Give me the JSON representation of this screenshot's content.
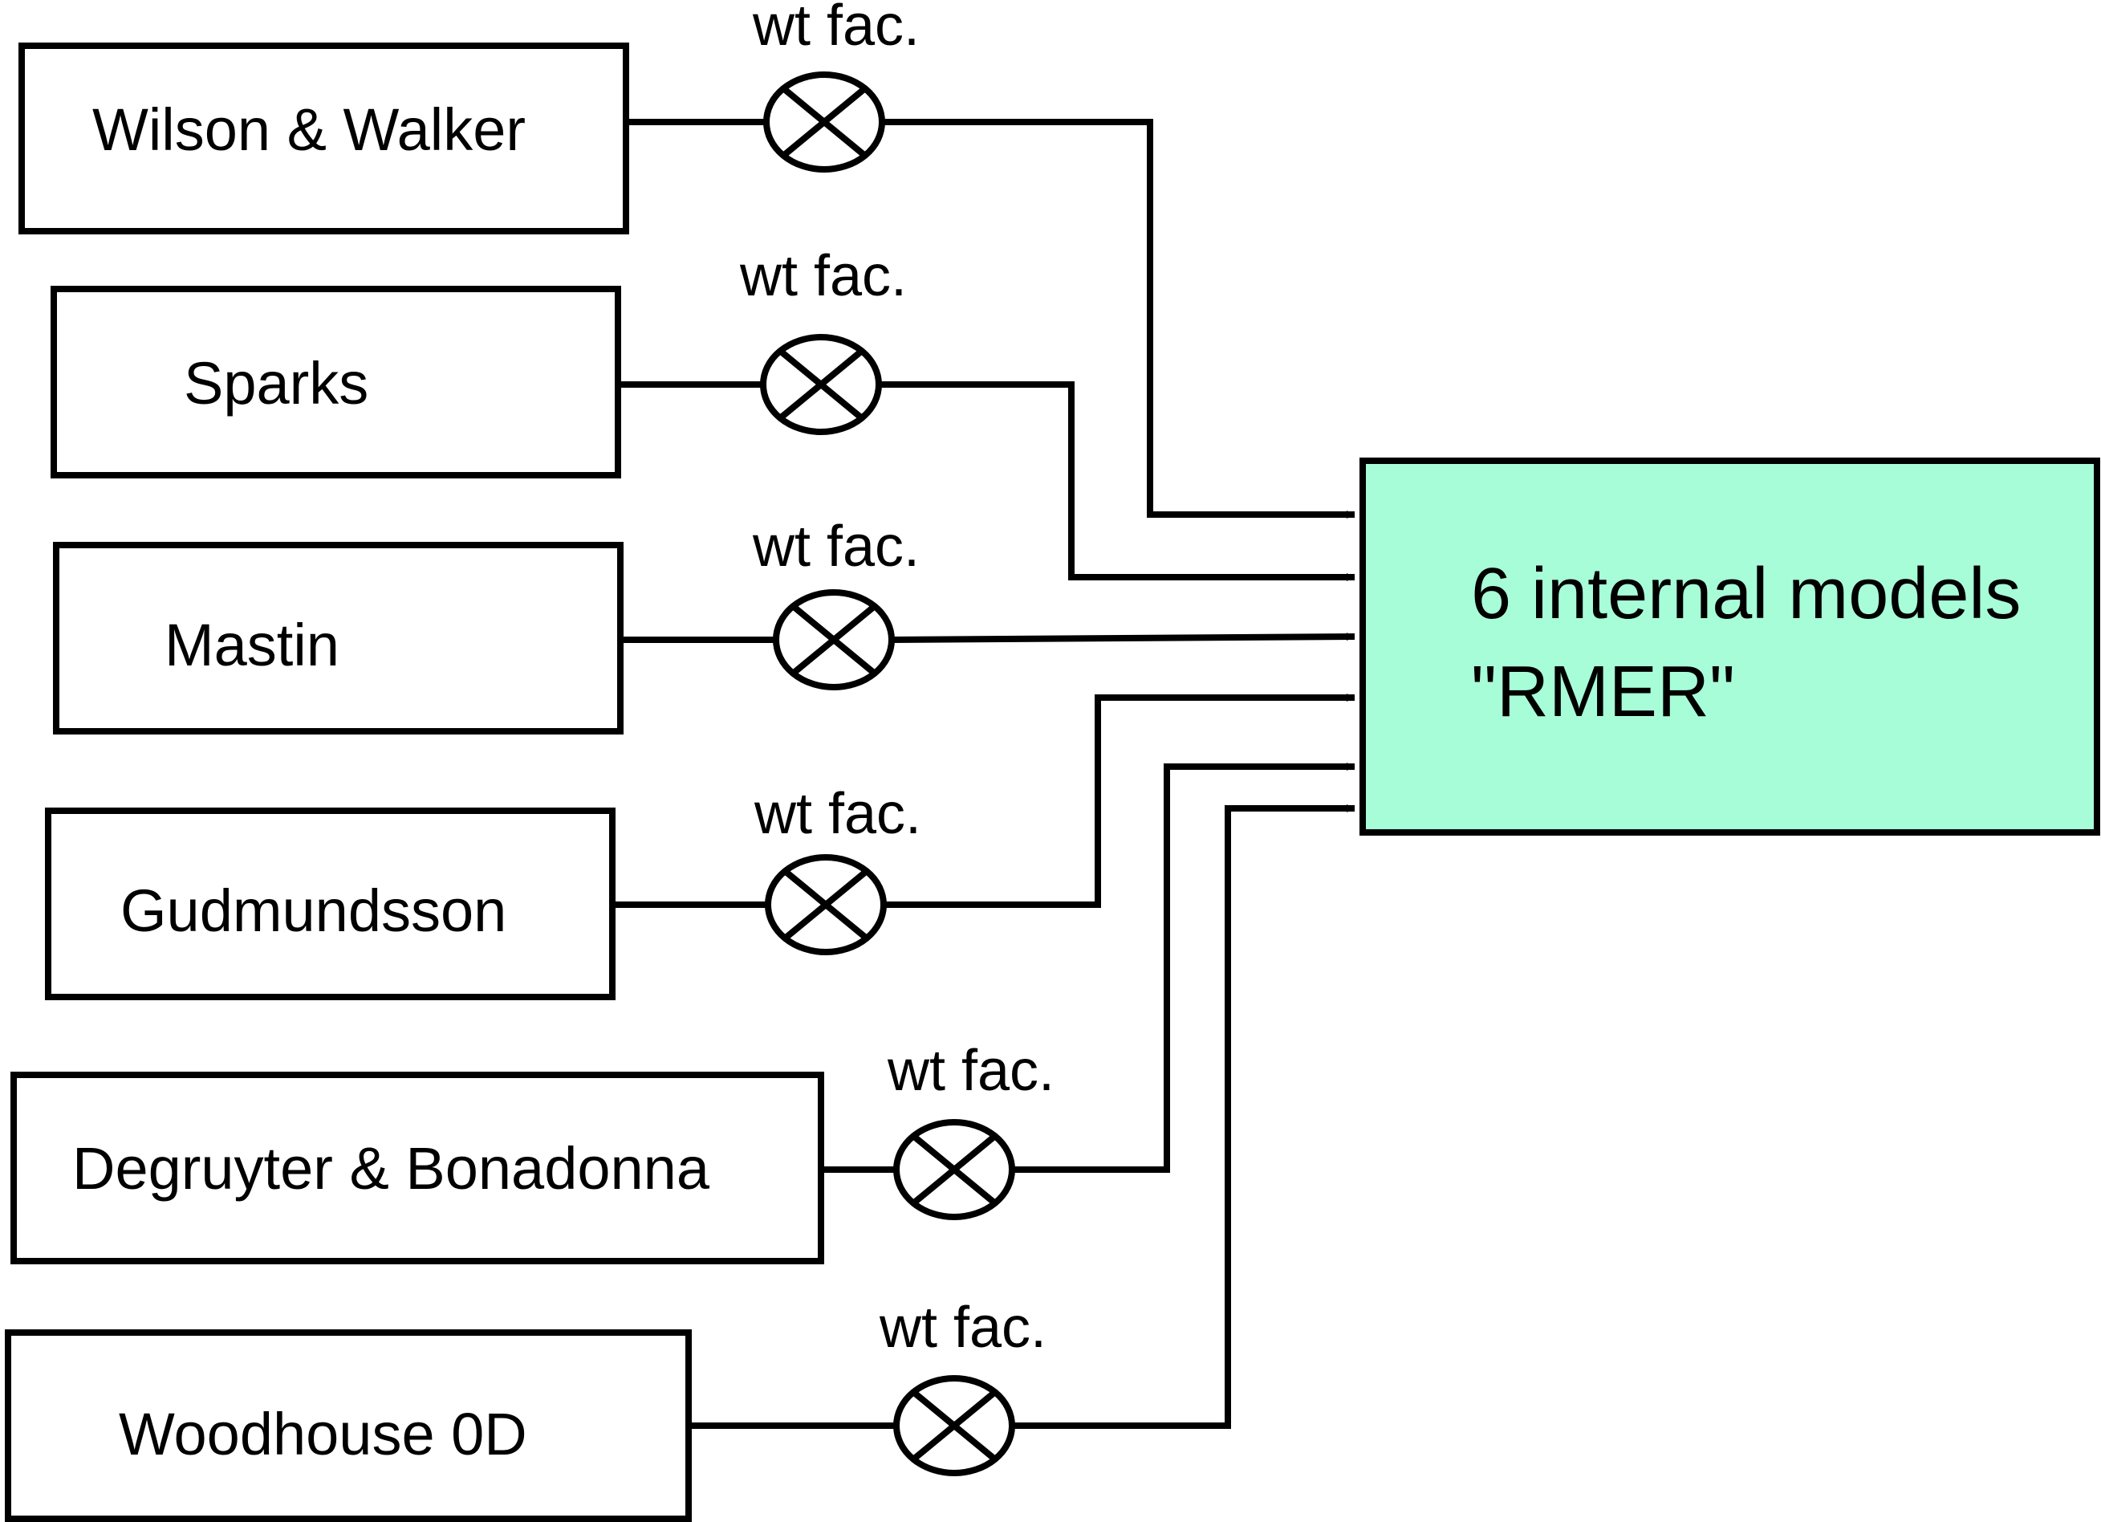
{
  "colors": {
    "stroke": "#000000",
    "target_fill": "#a8fdd9",
    "box_fill": "#ffffff"
  },
  "sources": [
    {
      "label": "Wilson & Walker",
      "weight_label": "wt fac.",
      "icon": "multiplier-icon"
    },
    {
      "label": "Sparks",
      "weight_label": "wt fac.",
      "icon": "multiplier-icon"
    },
    {
      "label": "Mastin",
      "weight_label": "wt fac.",
      "icon": "multiplier-icon"
    },
    {
      "label": "Gudmundsson",
      "weight_label": "wt fac.",
      "icon": "multiplier-icon"
    },
    {
      "label": "Degruyter & Bonadonna",
      "weight_label": "wt fac.",
      "icon": "multiplier-icon"
    },
    {
      "label": "Woodhouse 0D",
      "weight_label": "wt fac.",
      "icon": "multiplier-icon"
    }
  ],
  "target": {
    "line1": "6 internal models",
    "line2": "\"RMER\""
  }
}
